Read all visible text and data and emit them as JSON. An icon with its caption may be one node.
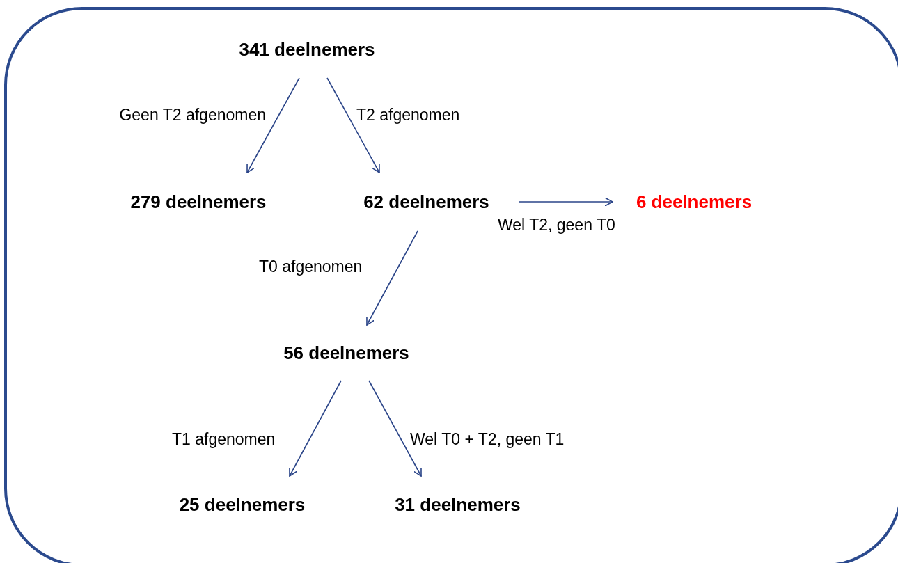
{
  "diagram": {
    "nodes": [
      {
        "text": [
          "341 deelnemers"
        ]
      },
      {
        "text": [
          "279 deelnemers"
        ]
      },
      {
        "text": [
          "62 deelnemers"
        ]
      },
      {
        "text": [
          "6 deelnemers"
        ]
      },
      {
        "text": [
          "56 deelnemers"
        ]
      },
      {
        "text": [
          "25 deelnemers"
        ]
      },
      {
        "text": [
          "31 deelnemers"
        ]
      }
    ],
    "edges": [
      {
        "from": 0,
        "to": 1,
        "arrow": "to",
        "label": "Geen T2 afgenomen"
      },
      {
        "from": 0,
        "to": 2,
        "arrow": "to",
        "label": "T2 afgenomen"
      },
      {
        "from": 2,
        "to": 3,
        "arrow": "to",
        "label": "Wel T2, geen T0"
      },
      {
        "from": 2,
        "to": 4,
        "arrow": "to",
        "label": "T0 afgenomen"
      },
      {
        "from": 4,
        "to": 5,
        "arrow": "to",
        "label": "T1 afgenomen"
      },
      {
        "from": 4,
        "to": 6,
        "arrow": "to",
        "label": "Wel T0 + T2, geen T1"
      }
    ]
  }
}
